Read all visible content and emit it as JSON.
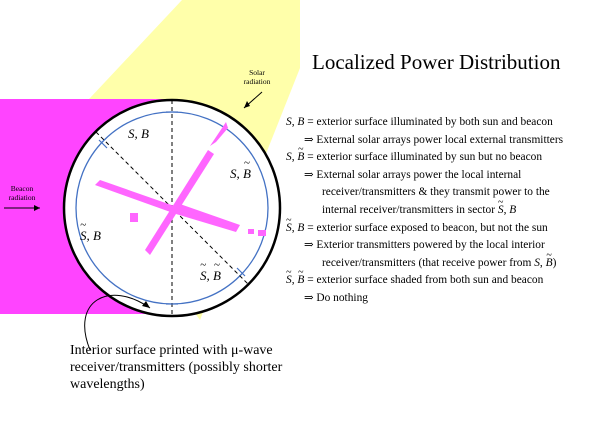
{
  "title": "Localized Power Distribution",
  "labels": {
    "solar": "Solar radiation",
    "beacon": "Beacon radiation"
  },
  "sectors": {
    "sb": ", B",
    "sbt": ", B",
    "stb": ", B",
    "stbt": ", B",
    "s_letter": "S",
    "s_letter2": "S",
    "b_letter": "B"
  },
  "definitions": {
    "d1": " = exterior surface illuminated by both sun and beacon",
    "d1a": "⇒ External solar arrays power local external transmitters",
    "d2": " = exterior  surface  illuminated by sun but no beacon",
    "d2a": "⇒ External  solar  arrays  power  the  local internal",
    "d2b": "receiver/transmitters & they transmit power to the",
    "d2c": "internal  receiver/transmitters  in  sector ",
    "d3": " = exterior surface exposed to beacon, but not the sun",
    "d3a": "⇒ Exterior transmitters powered by the local interior",
    "d3b": "receiver/transmitters (that receive power from ",
    "d4": " = exterior surface shaded  from both sun and beacon",
    "d4a": "⇒ Do nothing"
  },
  "caption": "Interior surface printed with μ-wave receiver/transmitters (possibly shorter wavelengths)",
  "colors": {
    "sun": "#FFFFAA",
    "beacon": "#FF44FF",
    "ring": "#4472C4",
    "arrow": "#FF66FF"
  }
}
